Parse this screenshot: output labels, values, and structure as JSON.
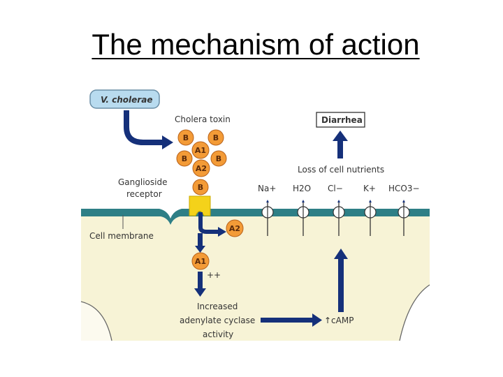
{
  "title": "The mechanism of action",
  "diagram": {
    "organism": "V. cholerae",
    "toxin": "Cholera toxin",
    "receptor": [
      "Ganglioside",
      "receptor"
    ],
    "membrane": "Cell membrane",
    "subunits": {
      "b": "B",
      "a1": "A1",
      "a2": "A2"
    },
    "plus": "++",
    "outcome": "Diarrhea",
    "loss": "Loss of cell nutrients",
    "ions": [
      "Na+",
      "H2O",
      "Cl−",
      "K+",
      "HCO3−"
    ],
    "enzyme": [
      "Increased",
      "adenylate cyclase",
      "activity"
    ],
    "camp": "↑cAMP",
    "colors": {
      "membrane": "#2e7f86",
      "cytoplasm": "#f7f3d6",
      "arrow": "#15307a",
      "toxin": "#f39b37",
      "receptor": "#f4d21a",
      "label_box": "#b8dbef"
    }
  }
}
